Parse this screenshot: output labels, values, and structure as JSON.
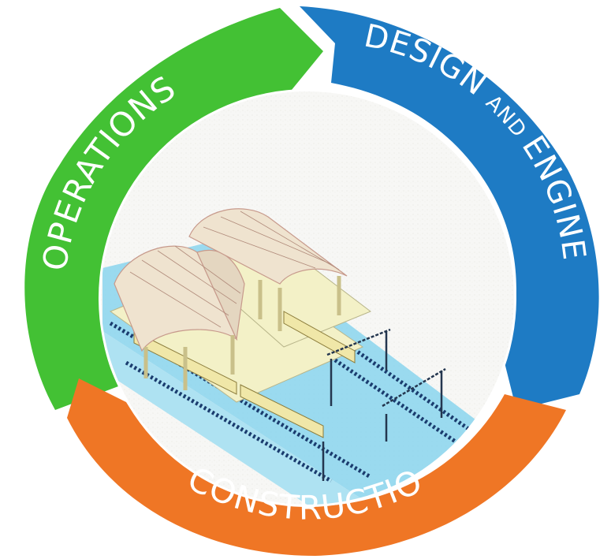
{
  "cycle": {
    "segments": [
      {
        "id": "design",
        "color": "#1e7bc4",
        "label_parts": [
          "DESIGN",
          "AND",
          "ENGINEERING"
        ]
      },
      {
        "id": "construction",
        "color": "#ef7625",
        "label_parts": [
          "CONSTRUCTION"
        ]
      },
      {
        "id": "operations",
        "color": "#43c134",
        "label_parts": [
          "OPERATIONS"
        ]
      }
    ]
  },
  "center": {
    "subject": "rail-station-isometric-model",
    "icon": "train-station-icon"
  }
}
